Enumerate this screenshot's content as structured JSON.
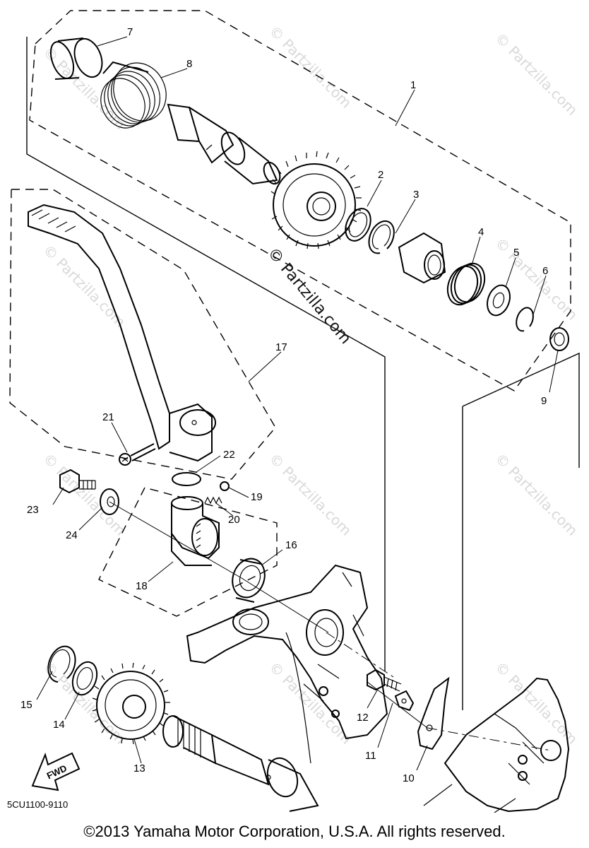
{
  "watermarks": [
    "© Partzilla.com"
  ],
  "callouts": [
    "1",
    "2",
    "3",
    "4",
    "5",
    "6",
    "7",
    "8",
    "9",
    "10",
    "11",
    "12",
    "13",
    "14",
    "15",
    "16",
    "17",
    "18",
    "19",
    "20",
    "21",
    "22",
    "23",
    "24"
  ],
  "drawing_code": "5CU1100-9110",
  "direction_arrow_label": "FWD",
  "copyright": "©2013  Yamaha Motor Corporation, U.S.A. All rights reserved."
}
